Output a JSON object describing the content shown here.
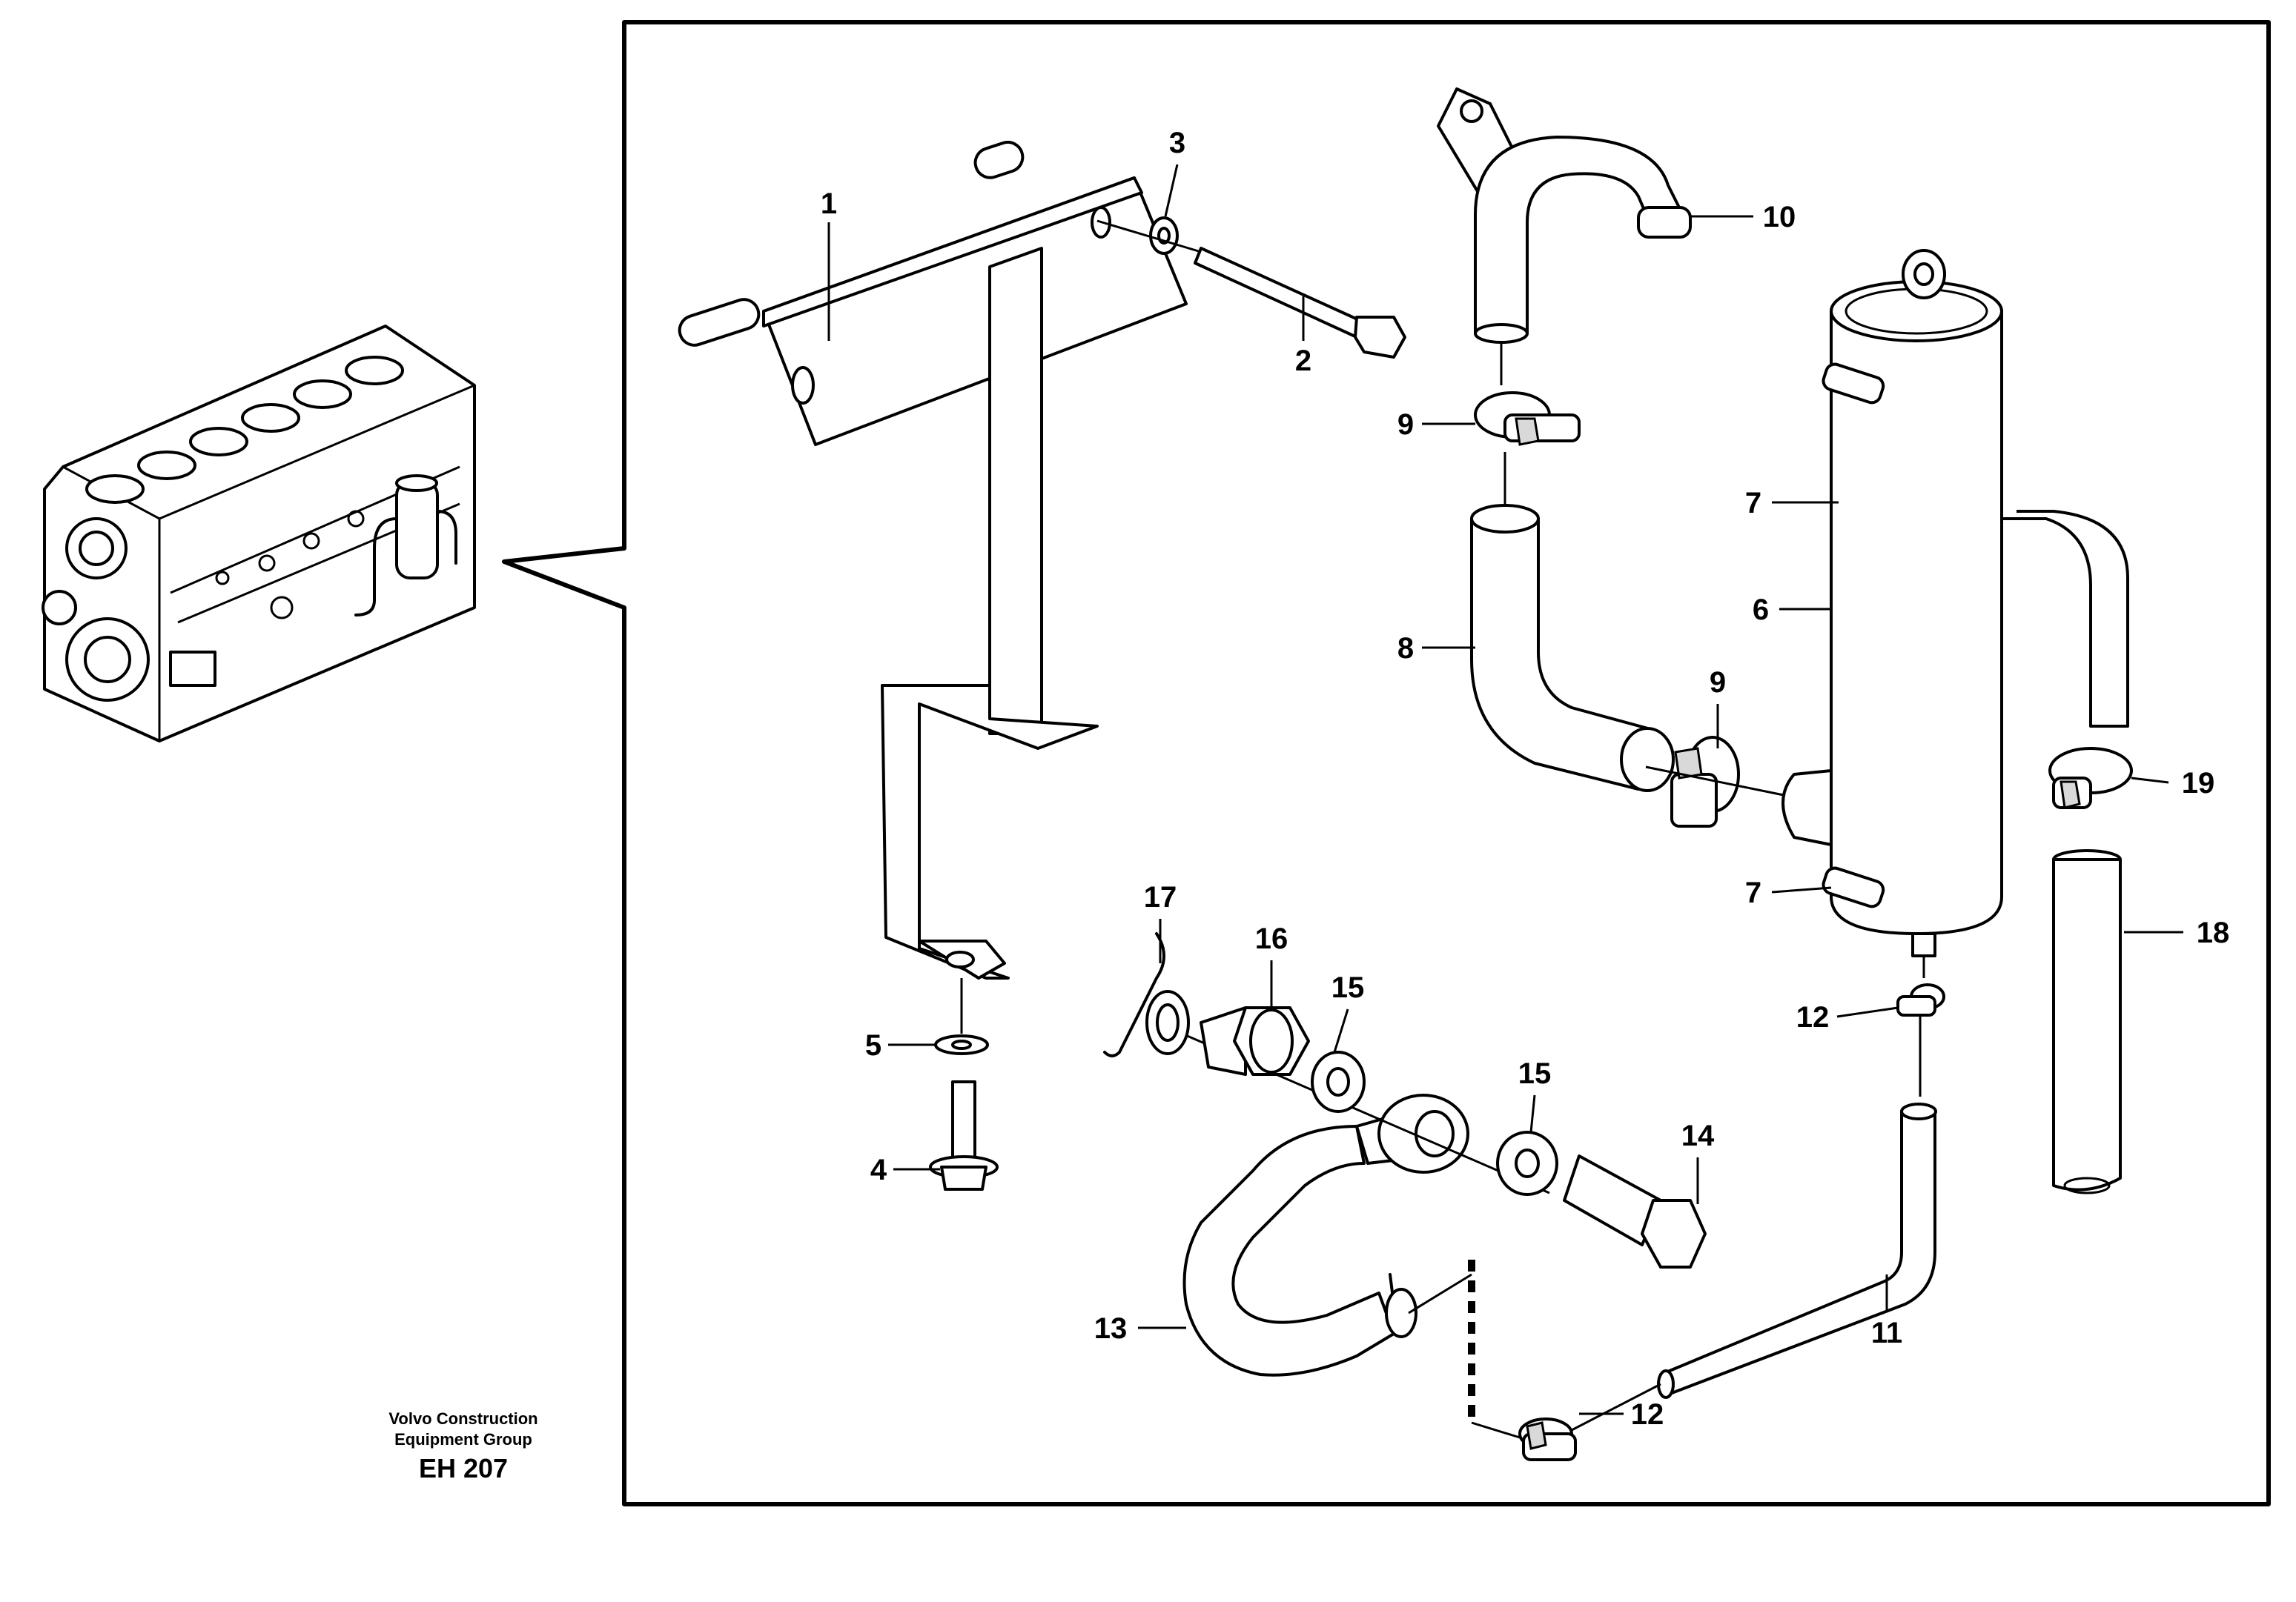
{
  "callouts": [
    {
      "id": "1",
      "label": "1"
    },
    {
      "id": "2",
      "label": "2"
    },
    {
      "id": "3",
      "label": "3"
    },
    {
      "id": "4",
      "label": "4"
    },
    {
      "id": "5",
      "label": "5"
    },
    {
      "id": "6",
      "label": "6"
    },
    {
      "id": "7a",
      "label": "7"
    },
    {
      "id": "7b",
      "label": "7"
    },
    {
      "id": "8",
      "label": "8"
    },
    {
      "id": "9a",
      "label": "9"
    },
    {
      "id": "9b",
      "label": "9"
    },
    {
      "id": "10",
      "label": "10"
    },
    {
      "id": "11",
      "label": "11"
    },
    {
      "id": "12a",
      "label": "12"
    },
    {
      "id": "12b",
      "label": "12"
    },
    {
      "id": "13",
      "label": "13"
    },
    {
      "id": "14",
      "label": "14"
    },
    {
      "id": "15a",
      "label": "15"
    },
    {
      "id": "15b",
      "label": "15"
    },
    {
      "id": "16",
      "label": "16"
    },
    {
      "id": "17",
      "label": "17"
    },
    {
      "id": "18",
      "label": "18"
    },
    {
      "id": "19",
      "label": "19"
    }
  ],
  "footer": {
    "line1": "Volvo Construction",
    "line2": "Equipment Group",
    "code": "EH 207"
  }
}
